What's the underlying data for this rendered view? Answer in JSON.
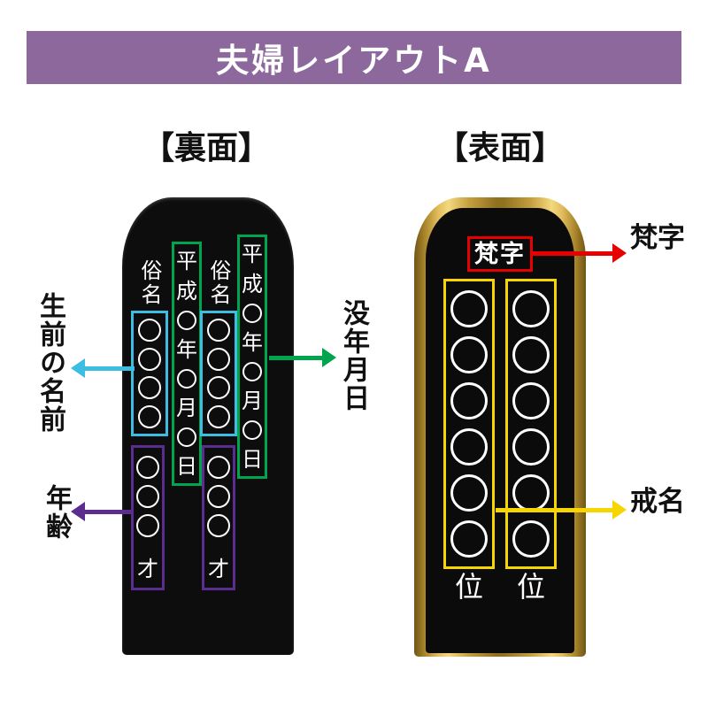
{
  "header": {
    "title": "夫婦レイアウトA",
    "bg_color": "#8d689c"
  },
  "back": {
    "title": "【裏面】",
    "zokumyo_label": "俗名",
    "date_tokens": [
      "平",
      "成",
      "○",
      "年",
      "○",
      "月",
      "○",
      "日"
    ],
    "name_circle_count": 4,
    "age_circle_count": 3,
    "age_suffix": "才",
    "annotations": {
      "name": {
        "label": "生前の名前",
        "color": "#3ebde2"
      },
      "death_date": {
        "label": "没年月日",
        "color": "#00a44e"
      },
      "age": {
        "label": "年齢",
        "color": "#5a2d8f"
      }
    }
  },
  "front": {
    "title": "【表面】",
    "bonji_text": "梵字",
    "kaimyo_circle_count": 6,
    "rank_char": "位",
    "annotations": {
      "bonji": {
        "label": "梵字",
        "color": "#e60000"
      },
      "kaimyo": {
        "label": "戒名",
        "color": "#f6d500"
      }
    }
  }
}
